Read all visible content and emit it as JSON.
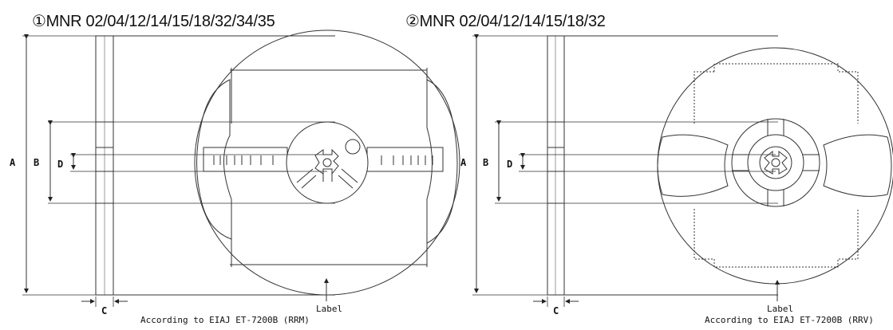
{
  "diagrams": [
    {
      "title": "①MNR 02/04/12/14/15/18/32/34/35",
      "dims": {
        "a": "A",
        "b": "B",
        "c": "C",
        "d": "D"
      },
      "label": "Label",
      "caption": "According to EIAJ ET-7200B (RRM)"
    },
    {
      "title": "②MNR 02/04/12/14/15/18/32",
      "dims": {
        "a": "A",
        "b": "B",
        "c": "C",
        "d": "D"
      },
      "label": "Label",
      "caption": "According to EIAJ ET-7200B (RRV)"
    }
  ]
}
